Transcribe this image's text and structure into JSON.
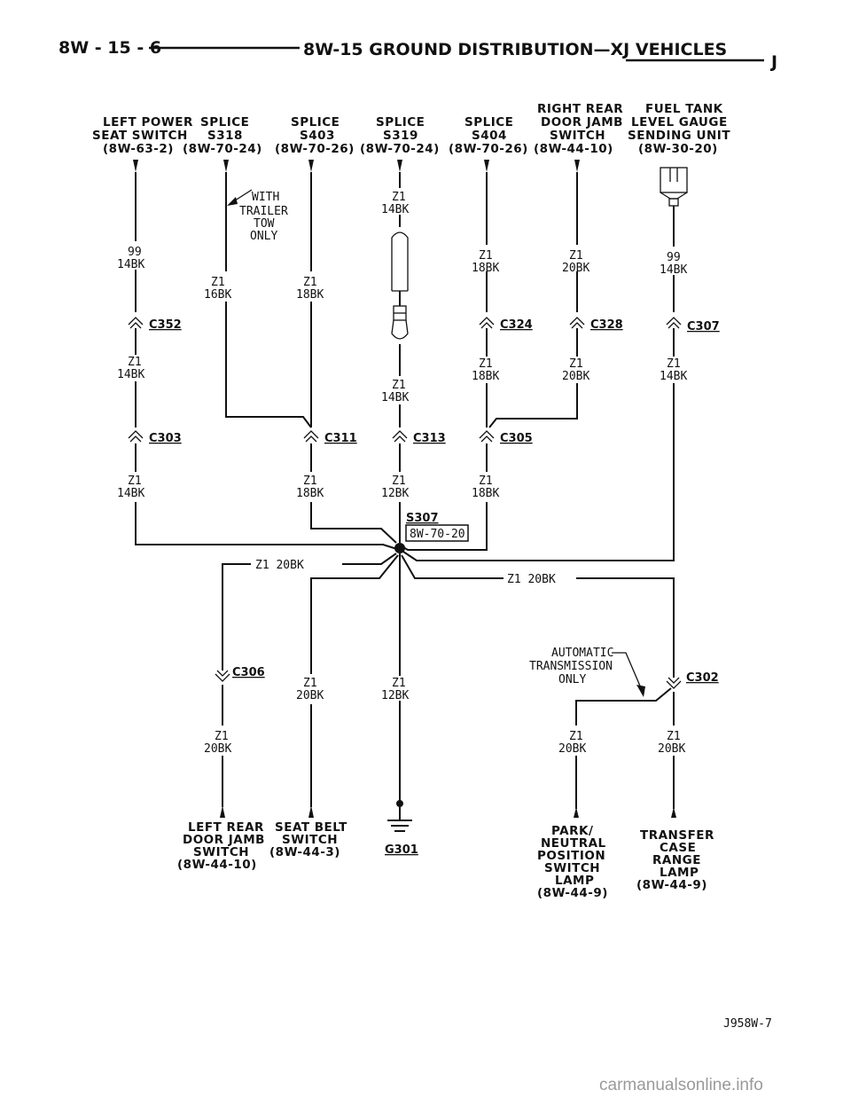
{
  "header": {
    "left": "8W - 15 - 6",
    "title": "8W-15 GROUND DISTRIBUTION—XJ VEHICLES",
    "right": "J"
  },
  "components_top": [
    {
      "id": "left-power-seat-switch",
      "lines": [
        "LEFT POWER",
        "SEAT SWITCH",
        "(8W-63-2)"
      ]
    },
    {
      "id": "splice-s318",
      "lines": [
        "SPLICE",
        "S318",
        "(8W-70-24)"
      ]
    },
    {
      "id": "splice-s403",
      "lines": [
        "SPLICE",
        "S403",
        "(8W-70-26)"
      ]
    },
    {
      "id": "splice-s319",
      "lines": [
        "SPLICE",
        "S319",
        "(8W-70-24)"
      ]
    },
    {
      "id": "splice-s404",
      "lines": [
        "SPLICE",
        "S404",
        "(8W-70-26)"
      ]
    },
    {
      "id": "right-rear-door-jamb-switch",
      "lines": [
        "RIGHT REAR",
        "DOOR JAMB",
        "SWITCH",
        "(8W-44-10)"
      ]
    },
    {
      "id": "fuel-tank-level-gauge",
      "lines": [
        "FUEL TANK",
        "LEVEL GAUGE",
        "SENDING UNIT",
        "(8W-30-20)"
      ]
    }
  ],
  "note_trailer": [
    "WITH",
    "TRAILER",
    "TOW",
    "ONLY"
  ],
  "note_auto": [
    "AUTOMATIC",
    "TRANSMISSION",
    "ONLY"
  ],
  "wires": {
    "w_99_14bk_a": [
      "99",
      "14BK"
    ],
    "w_z1_16bk": [
      "Z1",
      "16BK"
    ],
    "w_z1_18bk_a": [
      "Z1",
      "18BK"
    ],
    "w_z1_14bk_top": [
      "Z1",
      "14BK"
    ],
    "w_z1_18bk_b": [
      "Z1",
      "18BK"
    ],
    "w_z1_20bk_a": [
      "Z1",
      "20BK"
    ],
    "w_99_14bk_b": [
      "99",
      "14BK"
    ],
    "w_z1_14bk_a": [
      "Z1",
      "14BK"
    ],
    "w_z1_14bk_b": [
      "Z1",
      "14BK"
    ],
    "w_z1_18bk_c": [
      "Z1",
      "18BK"
    ],
    "w_z1_20bk_b": [
      "Z1",
      "20BK"
    ],
    "w_z1_14bk_c": [
      "Z1",
      "14BK"
    ],
    "w_z1_14bk_d": [
      "Z1",
      "14BK"
    ],
    "w_z1_18bk_d": [
      "Z1",
      "18BK"
    ],
    "w_z1_12bk_a": [
      "Z1",
      "12BK"
    ],
    "w_z1_18bk_e": [
      "Z1",
      "18BK"
    ],
    "w_z1_20bk_left": "Z1 20BK",
    "w_z1_20bk_right": "Z1 20BK",
    "w_z1_20bk_c": [
      "Z1",
      "20BK"
    ],
    "w_z1_12bk_b": [
      "Z1",
      "12BK"
    ],
    "w_z1_20bk_d": [
      "Z1",
      "20BK"
    ],
    "w_z1_20bk_e": [
      "Z1",
      "20BK"
    ],
    "w_z1_20bk_f": [
      "Z1",
      "20BK"
    ]
  },
  "connectors": {
    "c352": "C352",
    "c303": "C303",
    "c311": "C311",
    "c313": "C313",
    "c305": "C305",
    "c324": "C324",
    "c328": "C328",
    "c307": "C307",
    "c306": "C306",
    "c302": "C302"
  },
  "splice_s307": {
    "label": "S307",
    "ref": "8W-70-20"
  },
  "components_bottom": [
    {
      "id": "left-rear-door-jamb-switch",
      "lines": [
        "LEFT REAR",
        "DOOR JAMB",
        "SWITCH",
        "(8W-44-10)"
      ]
    },
    {
      "id": "seat-belt-switch",
      "lines": [
        "SEAT BELT",
        "SWITCH",
        "(8W-44-3)"
      ]
    },
    {
      "id": "ground-g301",
      "lines": [
        "G301"
      ]
    },
    {
      "id": "park-neutral-position-switch-lamp",
      "lines": [
        "PARK/",
        "NEUTRAL",
        "POSITION",
        "SWITCH",
        "LAMP",
        "(8W-44-9)"
      ]
    },
    {
      "id": "transfer-case-range-lamp",
      "lines": [
        "TRANSFER",
        "CASE",
        "RANGE",
        "LAMP",
        "(8W-44-9)"
      ]
    }
  ],
  "figure_id": "J958W-7",
  "watermark": "carmanualsonline.info"
}
